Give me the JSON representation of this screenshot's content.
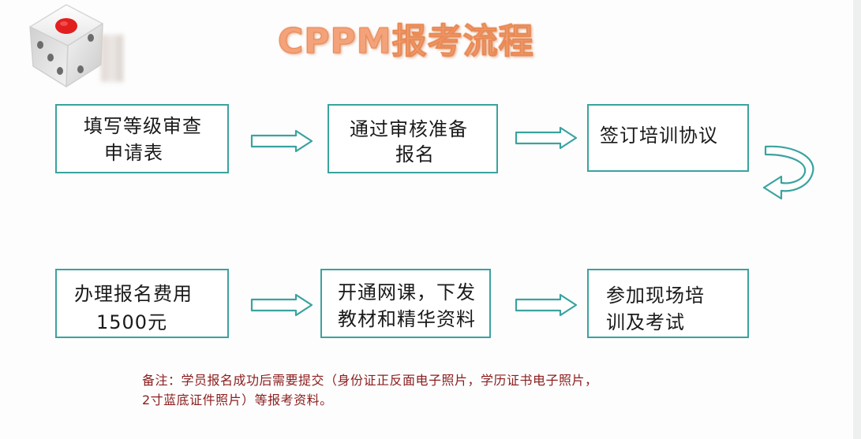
{
  "title": "CPPM报考流程",
  "steps": [
    {
      "line1": "填写等级审查",
      "line2": "申请表"
    },
    {
      "line1": "通过审核准备",
      "line2": "报名"
    },
    {
      "line1": "签订培训协议",
      "line2": ""
    },
    {
      "line1": "办理报名费用",
      "line2": "1500元"
    },
    {
      "line1": "开通网课，下发",
      "line2": "教材和精华资料"
    },
    {
      "line1": "参加现场培",
      "line2": "训及考试"
    }
  ],
  "note": {
    "line1": "备注：学员报名成功后需要提交（身份证正反面电子照片，学历证书电子照片，",
    "line2": "2寸蓝底证件照片）等报考资料。"
  },
  "colors": {
    "box_border": "#3aa39f",
    "arrow_stroke": "#3aa39f",
    "title": "#f4a27a",
    "note_text": "#8b1d1d"
  },
  "icons": [
    "dice-icon",
    "arrow-right-icon",
    "u-turn-arrow-icon"
  ]
}
